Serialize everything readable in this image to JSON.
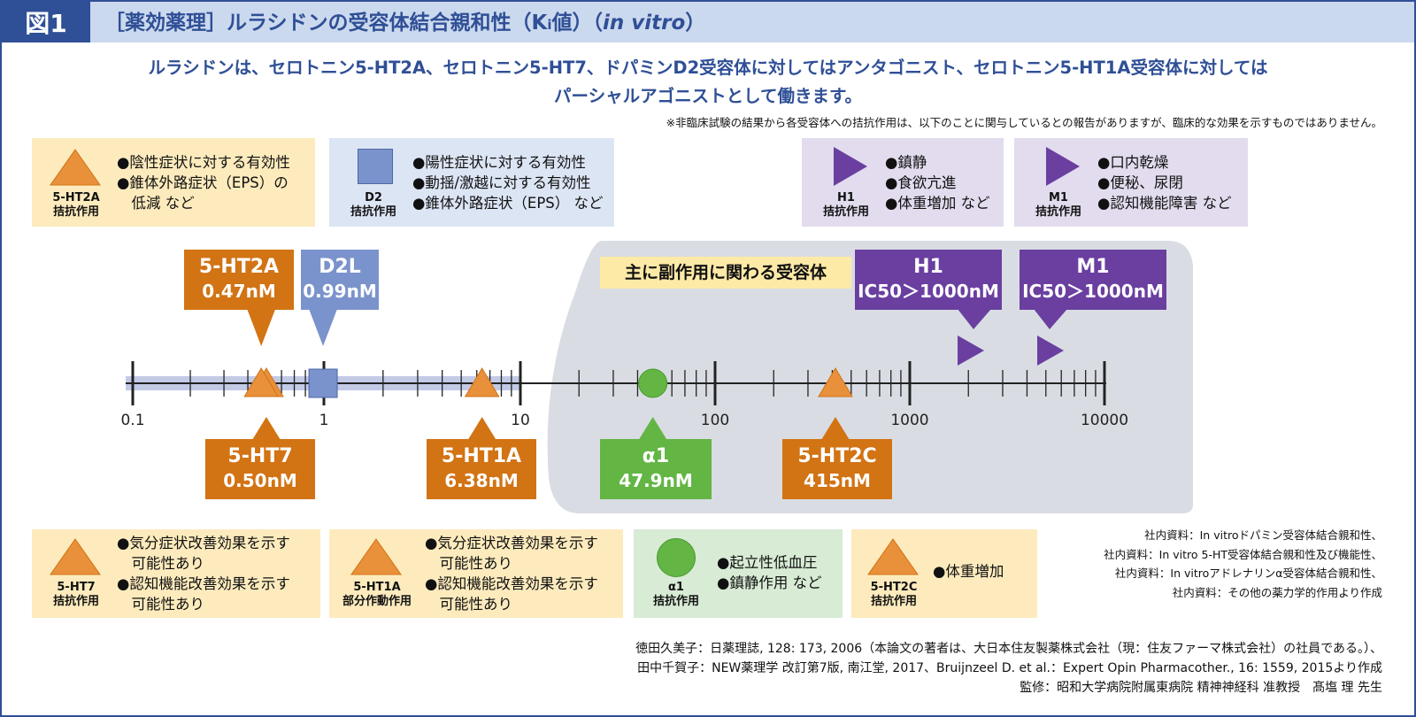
{
  "header": {
    "fig_label": "図1",
    "title_prefix": "［薬効薬理］ルラシドンの受容体結合親和性（K",
    "title_sub": "i",
    "title_mid": "値）（",
    "title_italic": "in vitro",
    "title_suffix": "）"
  },
  "lead": {
    "line1": "ルラシドンは、セロトニン5-HT2A、セロトニン5-HT7、ドパミンD2受容体に対してはアンタゴニスト、セロトニン5-HT1A受容体に対しては",
    "line2": "パーシャルアゴニストとして働きます。"
  },
  "note": "※非臨床試験の結果から各受容体への拮抗作用は、以下のことに関与しているとの報告がありますが、臨床的な効果を示すものではありません。",
  "top_cards": [
    {
      "label1": "5-HT2A",
      "label2": "拮抗作用",
      "bullets": [
        "●陰性症状に対する有効性",
        "●錐体外路症状（EPS）の",
        "　低減 など"
      ]
    },
    {
      "label1": "D2",
      "label2": "拮抗作用",
      "bullets": [
        "●陽性症状に対する有効性",
        "●動揺/激越に対する有効性",
        "●錐体外路症状（EPS） など"
      ]
    },
    {
      "label1": "H1",
      "label2": "拮抗作用",
      "bullets": [
        "●鎮静",
        "●食欲亢進",
        "●体重増加 など"
      ]
    },
    {
      "label1": "M1",
      "label2": "拮抗作用",
      "bullets": [
        "●口内乾燥",
        "●便秘、尿閉",
        "●認知機能障害 など"
      ]
    }
  ],
  "bottom_cards": [
    {
      "label1": "5-HT7",
      "label2": "拮抗作用",
      "bullets": [
        "●気分症状改善効果を示す",
        "　可能性あり",
        "●認知機能改善効果を示す",
        "　可能性あり"
      ]
    },
    {
      "label1": "5-HT1A",
      "label2": "部分作動作用",
      "bullets": [
        "●気分症状改善効果を示す",
        "　可能性あり",
        "●認知機能改善効果を示す",
        "　可能性あり"
      ]
    },
    {
      "label1": "α1",
      "label2": "拮抗作用",
      "bullets": [
        "●起立性低血圧",
        "●鎮静作用 など"
      ]
    },
    {
      "label1": "5-HT2C",
      "label2": "拮抗作用",
      "bullets": [
        "●体重増加"
      ]
    }
  ],
  "grey_label": "主に副作用に関わる受容体",
  "axis_ticks": [
    "0.1",
    "1",
    "10",
    "100",
    "1000",
    "10000"
  ],
  "receptors": {
    "ht2a": {
      "name": "5-HT2A",
      "value": "0.47nM",
      "ki": 0.47
    },
    "d2l": {
      "name": "D2L",
      "value": "0.99nM",
      "ki": 0.99
    },
    "ht7": {
      "name": "5-HT7",
      "value": "0.50nM",
      "ki": 0.5
    },
    "ht1a": {
      "name": "5-HT1A",
      "value": "6.38nM",
      "ki": 6.38
    },
    "a1": {
      "name": "α1",
      "value": "47.9nM",
      "ki": 47.9
    },
    "ht2c": {
      "name": "5-HT2C",
      "value": "415nM",
      "ki": 415
    },
    "h1": {
      "name": "H1",
      "value": "IC50＞1000nM"
    },
    "m1": {
      "name": "M1",
      "value": "IC50＞1000nM"
    }
  },
  "references": [
    "社内資料：In vitroドパミン受容体結合親和性、",
    "社内資料：In vitro 5-HT受容体結合親和性及び機能性、",
    "社内資料：In vitroアドレナリンα受容体結合親和性、",
    "社内資料：その他の薬力学的作用より作成"
  ],
  "citation": [
    "徳田久美子：日薬理誌, 128: 173, 2006（本論文の著者は、大日本住友製薬株式会社（現：住友ファーマ株式会社）の社員である。）、",
    "田中千賀子：NEW薬理学 改訂第7版, 南江堂, 2017、Bruijnzeel D. et al.：Expert Opin Pharmacother., 16: 1559, 2015より作成",
    "監修：昭和大学病院附属東病院 精神神経科 准教授　髙塩 理 先生"
  ],
  "colors": {
    "navy": "#2f4f96",
    "orange": "#d27314",
    "triangle": "#e8903a",
    "blue": "#7b93cc",
    "purple": "#6a3fa0",
    "green": "#63b544",
    "grey": "#d9dde3"
  }
}
